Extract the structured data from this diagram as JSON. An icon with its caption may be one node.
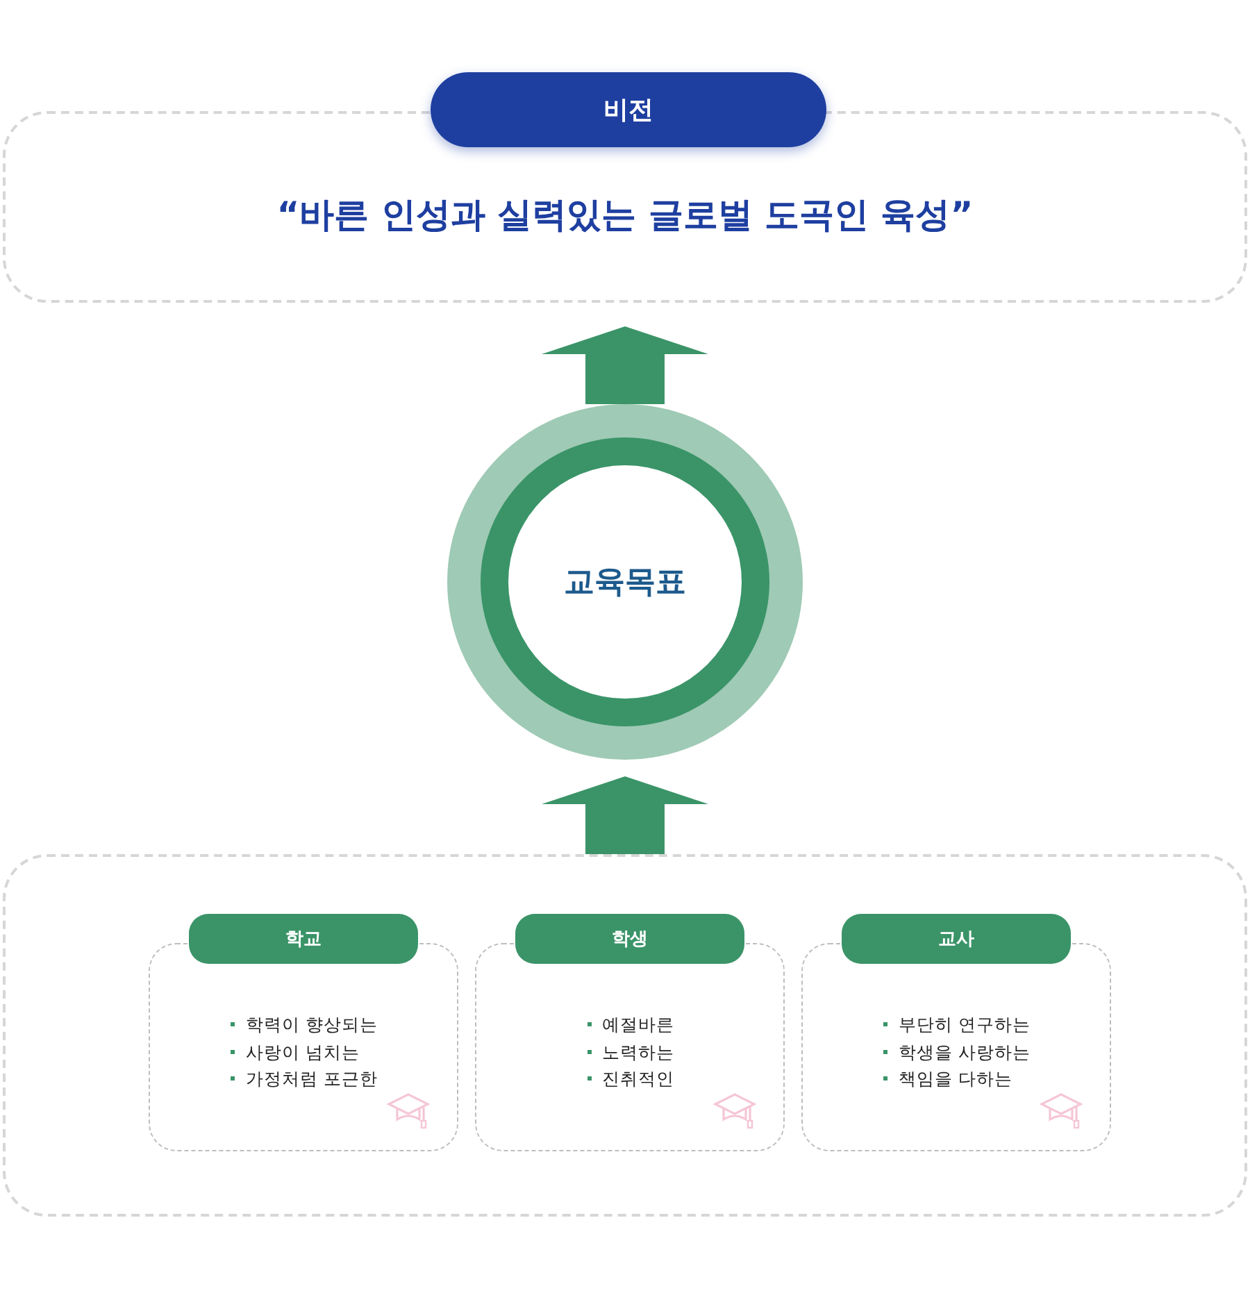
{
  "diagram": {
    "nodes": [
      {
        "text": [
          "비전",
          "“바른 인성과 실력있는 글로벌 도곡인 육성”"
        ]
      },
      {
        "text": [
          "교육목표"
        ]
      },
      {
        "text": [],
        "shape": "box"
      },
      {
        "text": [
          "학교",
          "학력이 향상되는",
          "사랑이 넘치는",
          "가정처럼 포근한"
        ],
        "in": 2
      },
      {
        "text": [
          "학생",
          "예절바른",
          "노력하는",
          "진취적인"
        ],
        "in": 2
      },
      {
        "text": [
          "교사",
          "부단히 연구하는",
          "학생을 사랑하는",
          "책임을 다하는"
        ],
        "in": 2
      }
    ],
    "edges": [
      {
        "from": 1,
        "to": 0,
        "arrow": "to"
      },
      {
        "from": 2,
        "to": 1,
        "arrow": "to"
      }
    ]
  }
}
